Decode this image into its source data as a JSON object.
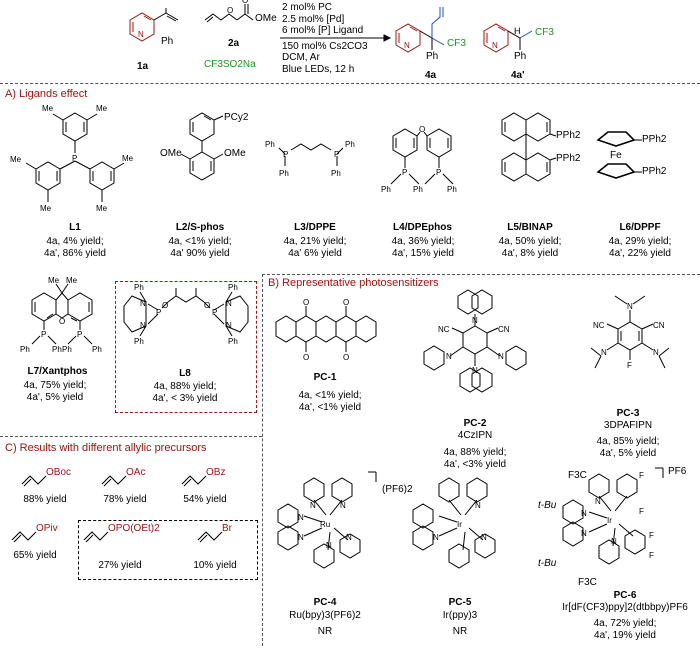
{
  "scheme": {
    "reactant1_label": "1a",
    "reactant1_sub": "Ph",
    "reactant2_label": "2a",
    "reactant2_group": "OMe",
    "reagent": "CF3SO2Na",
    "conditions": [
      "2 mol% PC",
      "2.5 mol% [Pd]",
      "6 mol% [P] Ligand",
      "150 mol% Cs2CO3",
      "DCM, Ar",
      "Blue LEDs, 12 h"
    ],
    "product1_label": "4a",
    "product2_label": "4a'",
    "product_group": "CF3",
    "product_sub": "Ph",
    "product2_h": "H"
  },
  "sectionA": {
    "title": "A) Ligands effect",
    "ligands": [
      {
        "name": "L1",
        "y1": "4a,  4% yield;",
        "y2": "4a', 86% yield"
      },
      {
        "name": "L2/S-phos",
        "y1": "4a,  <1% yield;",
        "y2": "4a'   90% yield",
        "group": "PCy2",
        "ome": "OMe"
      },
      {
        "name": "L3/DPPE",
        "y1": "4a,  21% yield;",
        "y2": "4a'   6% yield"
      },
      {
        "name": "L4/DPEphos",
        "y1": "4a,  36% yield;",
        "y2": "4a', 15% yield"
      },
      {
        "name": "L5/BINAP",
        "y1": "4a, 50% yield;",
        "y2": "4a', 8% yield",
        "group": "PPh2"
      },
      {
        "name": "L6/DPPF",
        "y1": "4a, 29% yield;",
        "y2": "4a', 22% yield",
        "group": "PPh2",
        "metal": "Fe"
      },
      {
        "name": "L7/Xantphos",
        "y1": "4a, 75% yield;",
        "y2": "4a', 5% yield"
      },
      {
        "name": "L8",
        "y1": "4a, 88% yield;",
        "y2": "4a', < 3% yield"
      }
    ],
    "atom_me": "Me",
    "atom_p": "P",
    "atom_ph": "Ph",
    "atom_n": "N",
    "atom_o": "O"
  },
  "sectionB": {
    "title": "B) Representative photosensitizers",
    "pcs": [
      {
        "name": "PC-1",
        "sub": "",
        "y1": "4a, <1% yield;",
        "y2": "4a', <1% yield"
      },
      {
        "name": "PC-2",
        "sub": "4CzIPN",
        "y1": "4a, 88% yield;",
        "y2": "4a', <3% yield"
      },
      {
        "name": "PC-3",
        "sub": "3DPAFIPN",
        "y1": "4a, 85% yield;",
        "y2": "4a', 5% yield"
      },
      {
        "name": "PC-4",
        "sub": "Ru(bpy)3(PF6)2",
        "y1": "NR",
        "y2": ""
      },
      {
        "name": "PC-5",
        "sub": "Ir(ppy)3",
        "y1": "NR",
        "y2": ""
      },
      {
        "name": "PC-6",
        "sub": "Ir[dF(CF3)ppy]2(dtbbpy)PF6",
        "y1": "4a, 72% yield;",
        "y2": "4a', 19% yield"
      }
    ],
    "counterion1": "(PF6)2",
    "counterion2": "PF6",
    "cn": "CN",
    "f": "F",
    "ru": "Ru",
    "ir": "Ir",
    "tbu": "t-Bu",
    "cf3": "F3C"
  },
  "sectionC": {
    "title": "C) Results with different allylic precursors",
    "items": [
      {
        "group": "OBoc",
        "yield": "88% yield"
      },
      {
        "group": "OAc",
        "yield": "78% yield"
      },
      {
        "group": "OBz",
        "yield": "54% yield"
      },
      {
        "group": "OPiv",
        "yield": "65% yield"
      },
      {
        "group": "OPO(OEt)2",
        "yield": "27% yield"
      },
      {
        "group": "Br",
        "yield": "10% yield"
      }
    ]
  }
}
